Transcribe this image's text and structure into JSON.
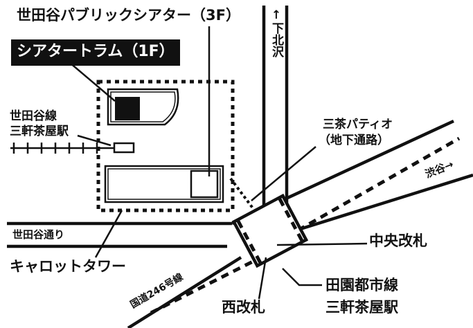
{
  "labels": {
    "theater": "世田谷パブリックシアター（3F）",
    "tram": "シアタートラム（1F）",
    "setagaya_line": "世田谷線",
    "sangenjaya_tram_station": "三軒茶屋駅",
    "patio_1": "三茶パティオ",
    "patio_2": "（地下通路）",
    "shimokitazawa": "↑下北沢",
    "shibuya": "渋谷→",
    "setagaya_dori": "世田谷通り",
    "carrot_tower": "キャロットタワー",
    "route246": "国道246号線",
    "central_gate": "中央改札",
    "west_gate": "西改札",
    "denentoshi_line": "田園都市線",
    "sangenjaya_station": "三軒茶屋駅"
  },
  "colors": {
    "ink": "#111111",
    "paper": "#ffffff"
  }
}
